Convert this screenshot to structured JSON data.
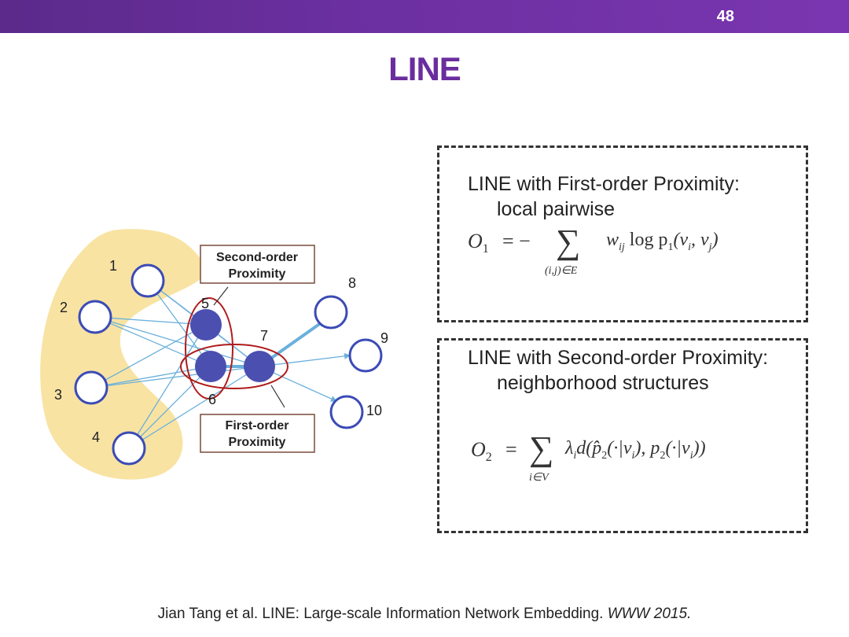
{
  "slide": {
    "number": "48",
    "title": "LINE"
  },
  "diagram": {
    "nodes": [
      "1",
      "2",
      "3",
      "4",
      "5",
      "6",
      "7",
      "8",
      "9",
      "10"
    ],
    "callouts": {
      "second_order": [
        "Second-order",
        "Proximity"
      ],
      "first_order": [
        "First-order",
        "Proximity"
      ]
    }
  },
  "boxes": {
    "first": {
      "heading": "LINE with First-order Proximity:",
      "subheading": "local pairwise",
      "formula_lhs": "O",
      "formula_lhs_sub": "1",
      "formula_eq": "= −",
      "formula_sum_index": "(i,j)∈E",
      "formula_body": "w",
      "formula_body_sub": "ij",
      "formula_tail": "log p",
      "formula_tail_sub": "1",
      "formula_args": "(v",
      "formula_args_i": "i",
      "formula_args_mid": ", v",
      "formula_args_j": "j",
      "formula_args_end": ")"
    },
    "second": {
      "heading": "LINE with Second-order Proximity:",
      "subheading": "neighborhood structures",
      "formula_lhs": "O",
      "formula_lhs_sub": "2",
      "formula_eq": "=",
      "formula_sum_index": "i∈V",
      "formula_body": "λ",
      "formula_body_sub": "i",
      "formula_rest": "d(p̂",
      "formula_rest_sub1": "2",
      "formula_rest2": "(·|v",
      "formula_rest_sub2": "i",
      "formula_rest3": "), p",
      "formula_rest_sub3": "2",
      "formula_rest4": "(·|v",
      "formula_rest_sub4": "i",
      "formula_rest5": "))"
    }
  },
  "citation": {
    "text": "Jian Tang et al. LINE: Large-scale Information Network Embedding.",
    "venue": "WWW 2015."
  },
  "colors": {
    "header": "#6b2fa0",
    "title": "#6a2d9e",
    "node_fill": "#4b4fb0",
    "node_stroke": "#3b4bb5",
    "highlight_ellipse": "#b01c1c",
    "edge": "#6ab0dc",
    "region": "#f8e3a3"
  }
}
